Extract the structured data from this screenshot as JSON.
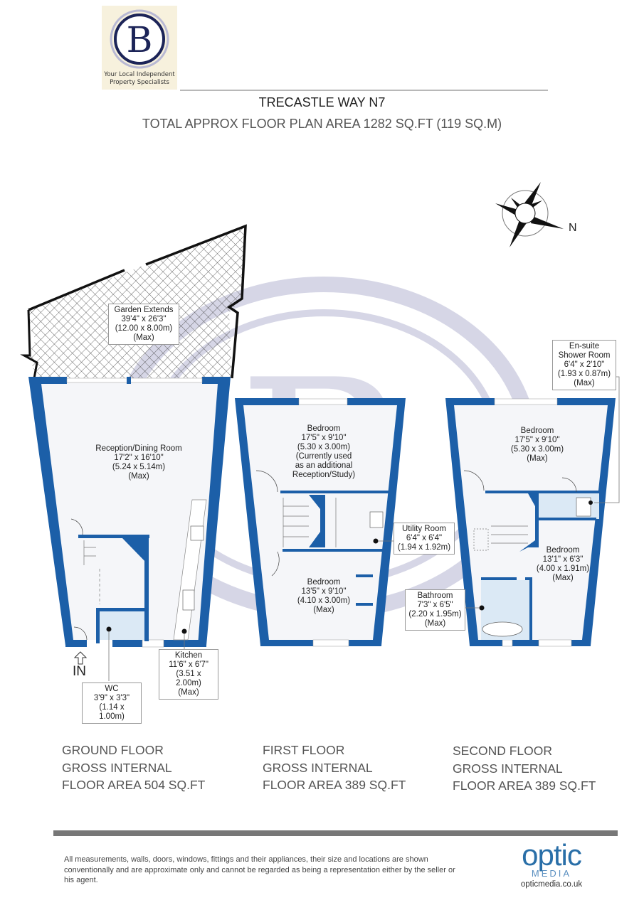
{
  "logo": {
    "letter": "B",
    "tagline_line1": "Your Local Independent",
    "tagline_line2": "Property Specialists"
  },
  "header": {
    "title": "TRECASTLE WAY N7",
    "subtitle": "TOTAL APPROX FLOOR PLAN AREA 1282 SQ.FT (119 SQ.M)"
  },
  "compass": {
    "label": "N"
  },
  "entrance": {
    "label": "IN",
    "icon": "arrow-up-outline-icon"
  },
  "ground_floor": {
    "rooms": [
      {
        "name": "Garden Extends",
        "dims_imperial": "39'4\" x 26'3\"",
        "dims_metric": "(12.00 x 8.00m)",
        "note": "(Max)"
      },
      {
        "name": "Reception/Dining Room",
        "dims_imperial": "17'2\" x 16'10\"",
        "dims_metric": "(5.24 x 5.14m)",
        "note": "(Max)"
      },
      {
        "name": "Kitchen",
        "dims_imperial": "11'6\" x 6'7\"",
        "dims_metric": "(3.51 x 2.00m)",
        "note": "(Max)"
      },
      {
        "name": "WC",
        "dims_imperial": "3'9\" x 3'3\"",
        "dims_metric": "(1.14 x 1.00m)",
        "note": ""
      }
    ],
    "caption_line1": "GROUND FLOOR",
    "caption_line2": "GROSS INTERNAL",
    "caption_line3": "FLOOR AREA 504 SQ.FT"
  },
  "first_floor": {
    "rooms": [
      {
        "name": "Bedroom",
        "dims_imperial": "17'5\" x 9'10\"",
        "dims_metric": "(5.30 x 3.00m)",
        "note1": "(Currently used",
        "note2": "as an additional",
        "note3": "Reception/Study)"
      },
      {
        "name": "Utility Room",
        "dims_imperial": "6'4\" x 6'4\"",
        "dims_metric": "(1.94 x 1.92m)"
      },
      {
        "name": "Bedroom",
        "dims_imperial": "13'5\" x 9'10\"",
        "dims_metric": "(4.10 x 3.00m)",
        "note": "(Max)"
      }
    ],
    "caption_line1": "FIRST FLOOR",
    "caption_line2": "GROSS INTERNAL",
    "caption_line3": "FLOOR AREA 389 SQ.FT"
  },
  "second_floor": {
    "rooms": [
      {
        "name_line1": "En-suite",
        "name_line2": "Shower Room",
        "dims_imperial": "6'4\" x 2'10\"",
        "dims_metric": "(1.93 x 0.87m)",
        "note": "(Max)"
      },
      {
        "name": "Bedroom",
        "dims_imperial": "17'5\" x 9'10\"",
        "dims_metric": "(5.30 x 3.00m)",
        "note": "(Max)"
      },
      {
        "name": "Bedroom",
        "dims_imperial": "13'1\" x 6'3\"",
        "dims_metric": "(4.00 x 1.91m)",
        "note": "(Max)"
      },
      {
        "name": "Bathroom",
        "dims_imperial": "7'3\" x 6'5\"",
        "dims_metric": "(2.20 x 1.95m)",
        "note": "(Max)"
      }
    ],
    "caption_line1": "SECOND FLOOR",
    "caption_line2": "GROSS INTERNAL",
    "caption_line3": "FLOOR AREA 389 SQ.FT"
  },
  "footer": {
    "disclaimer": "All measurements, walls, doors, windows, fittings and their appliances, their size and locations are shown conventionally and are approximate only and cannot be regarded as being a representation either by the seller or his agent.",
    "brand_word": "optic",
    "brand_sub": "MEDIA",
    "brand_url": "opticmedia.co.uk"
  },
  "colors": {
    "wall": "#1c5fa8",
    "floor": "#f4f5f8",
    "wet_room": "#dbe9f5",
    "watermark": "#c9cade",
    "garden_outline": "#111111"
  }
}
